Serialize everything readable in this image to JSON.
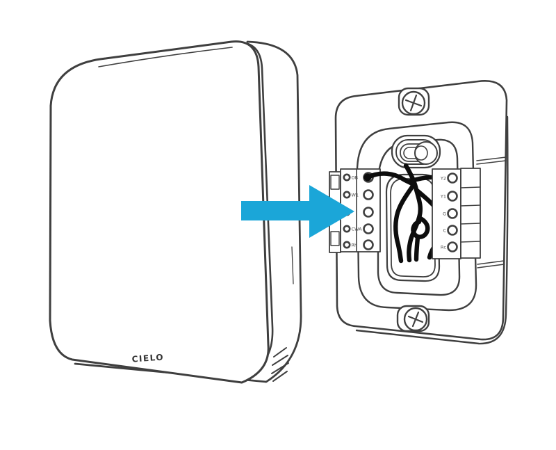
{
  "colors": {
    "arrow": "#1BA6D8",
    "line": "#3F3F3F",
    "wire": "#0D0D0D",
    "label_text": "#4A4A4A",
    "logo_text": "#333333",
    "background": "#FFFFFF"
  },
  "thermostat": {
    "brand_label": "CIELO"
  },
  "arrow": {
    "icon": "right-arrow"
  },
  "wall_plate": {
    "left_terminal_block": {
      "labels": [
        "OB",
        "W1",
        "",
        "CWA",
        "Rh"
      ]
    },
    "right_terminal_block": {
      "labels": [
        "Y2",
        "Y1",
        "G",
        "C",
        "Rc"
      ]
    }
  }
}
